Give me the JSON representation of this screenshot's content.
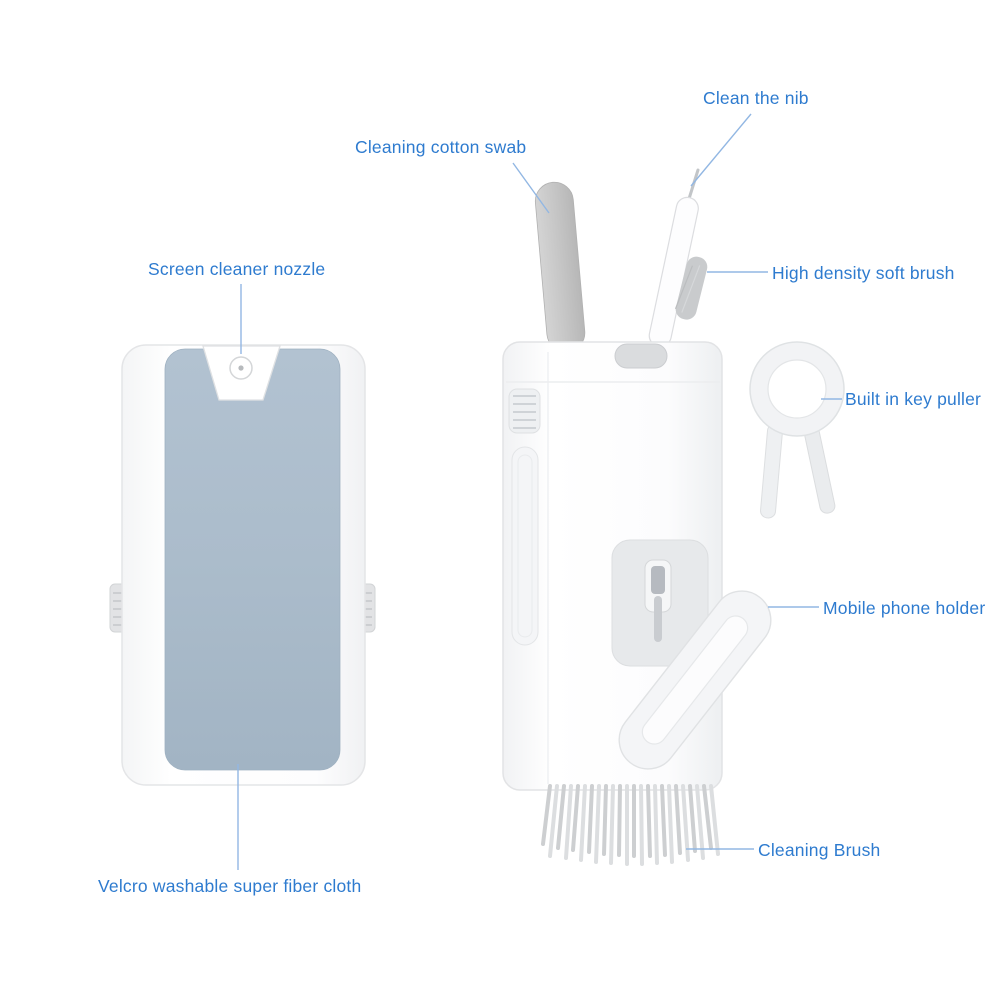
{
  "colors": {
    "label": "#2E7BCF",
    "leader": "#92B7E3",
    "cloth": "#B2C2D1",
    "cloth_dark": "#A2B4C4",
    "body_white": "#FCFCFD",
    "bristle": "#CDCFD1",
    "swab_gray": "#C8C8C8"
  },
  "callouts": {
    "clean_nib": "Clean the nib",
    "cotton_swab": "Cleaning cotton swab",
    "nozzle": "Screen cleaner nozzle",
    "soft_brush": "High density soft brush",
    "key_puller": "Built in key puller",
    "phone_holder": "Mobile phone holder",
    "cleaning_brush": "Cleaning Brush",
    "fiber_cloth": "Velcro washable super fiber cloth"
  }
}
